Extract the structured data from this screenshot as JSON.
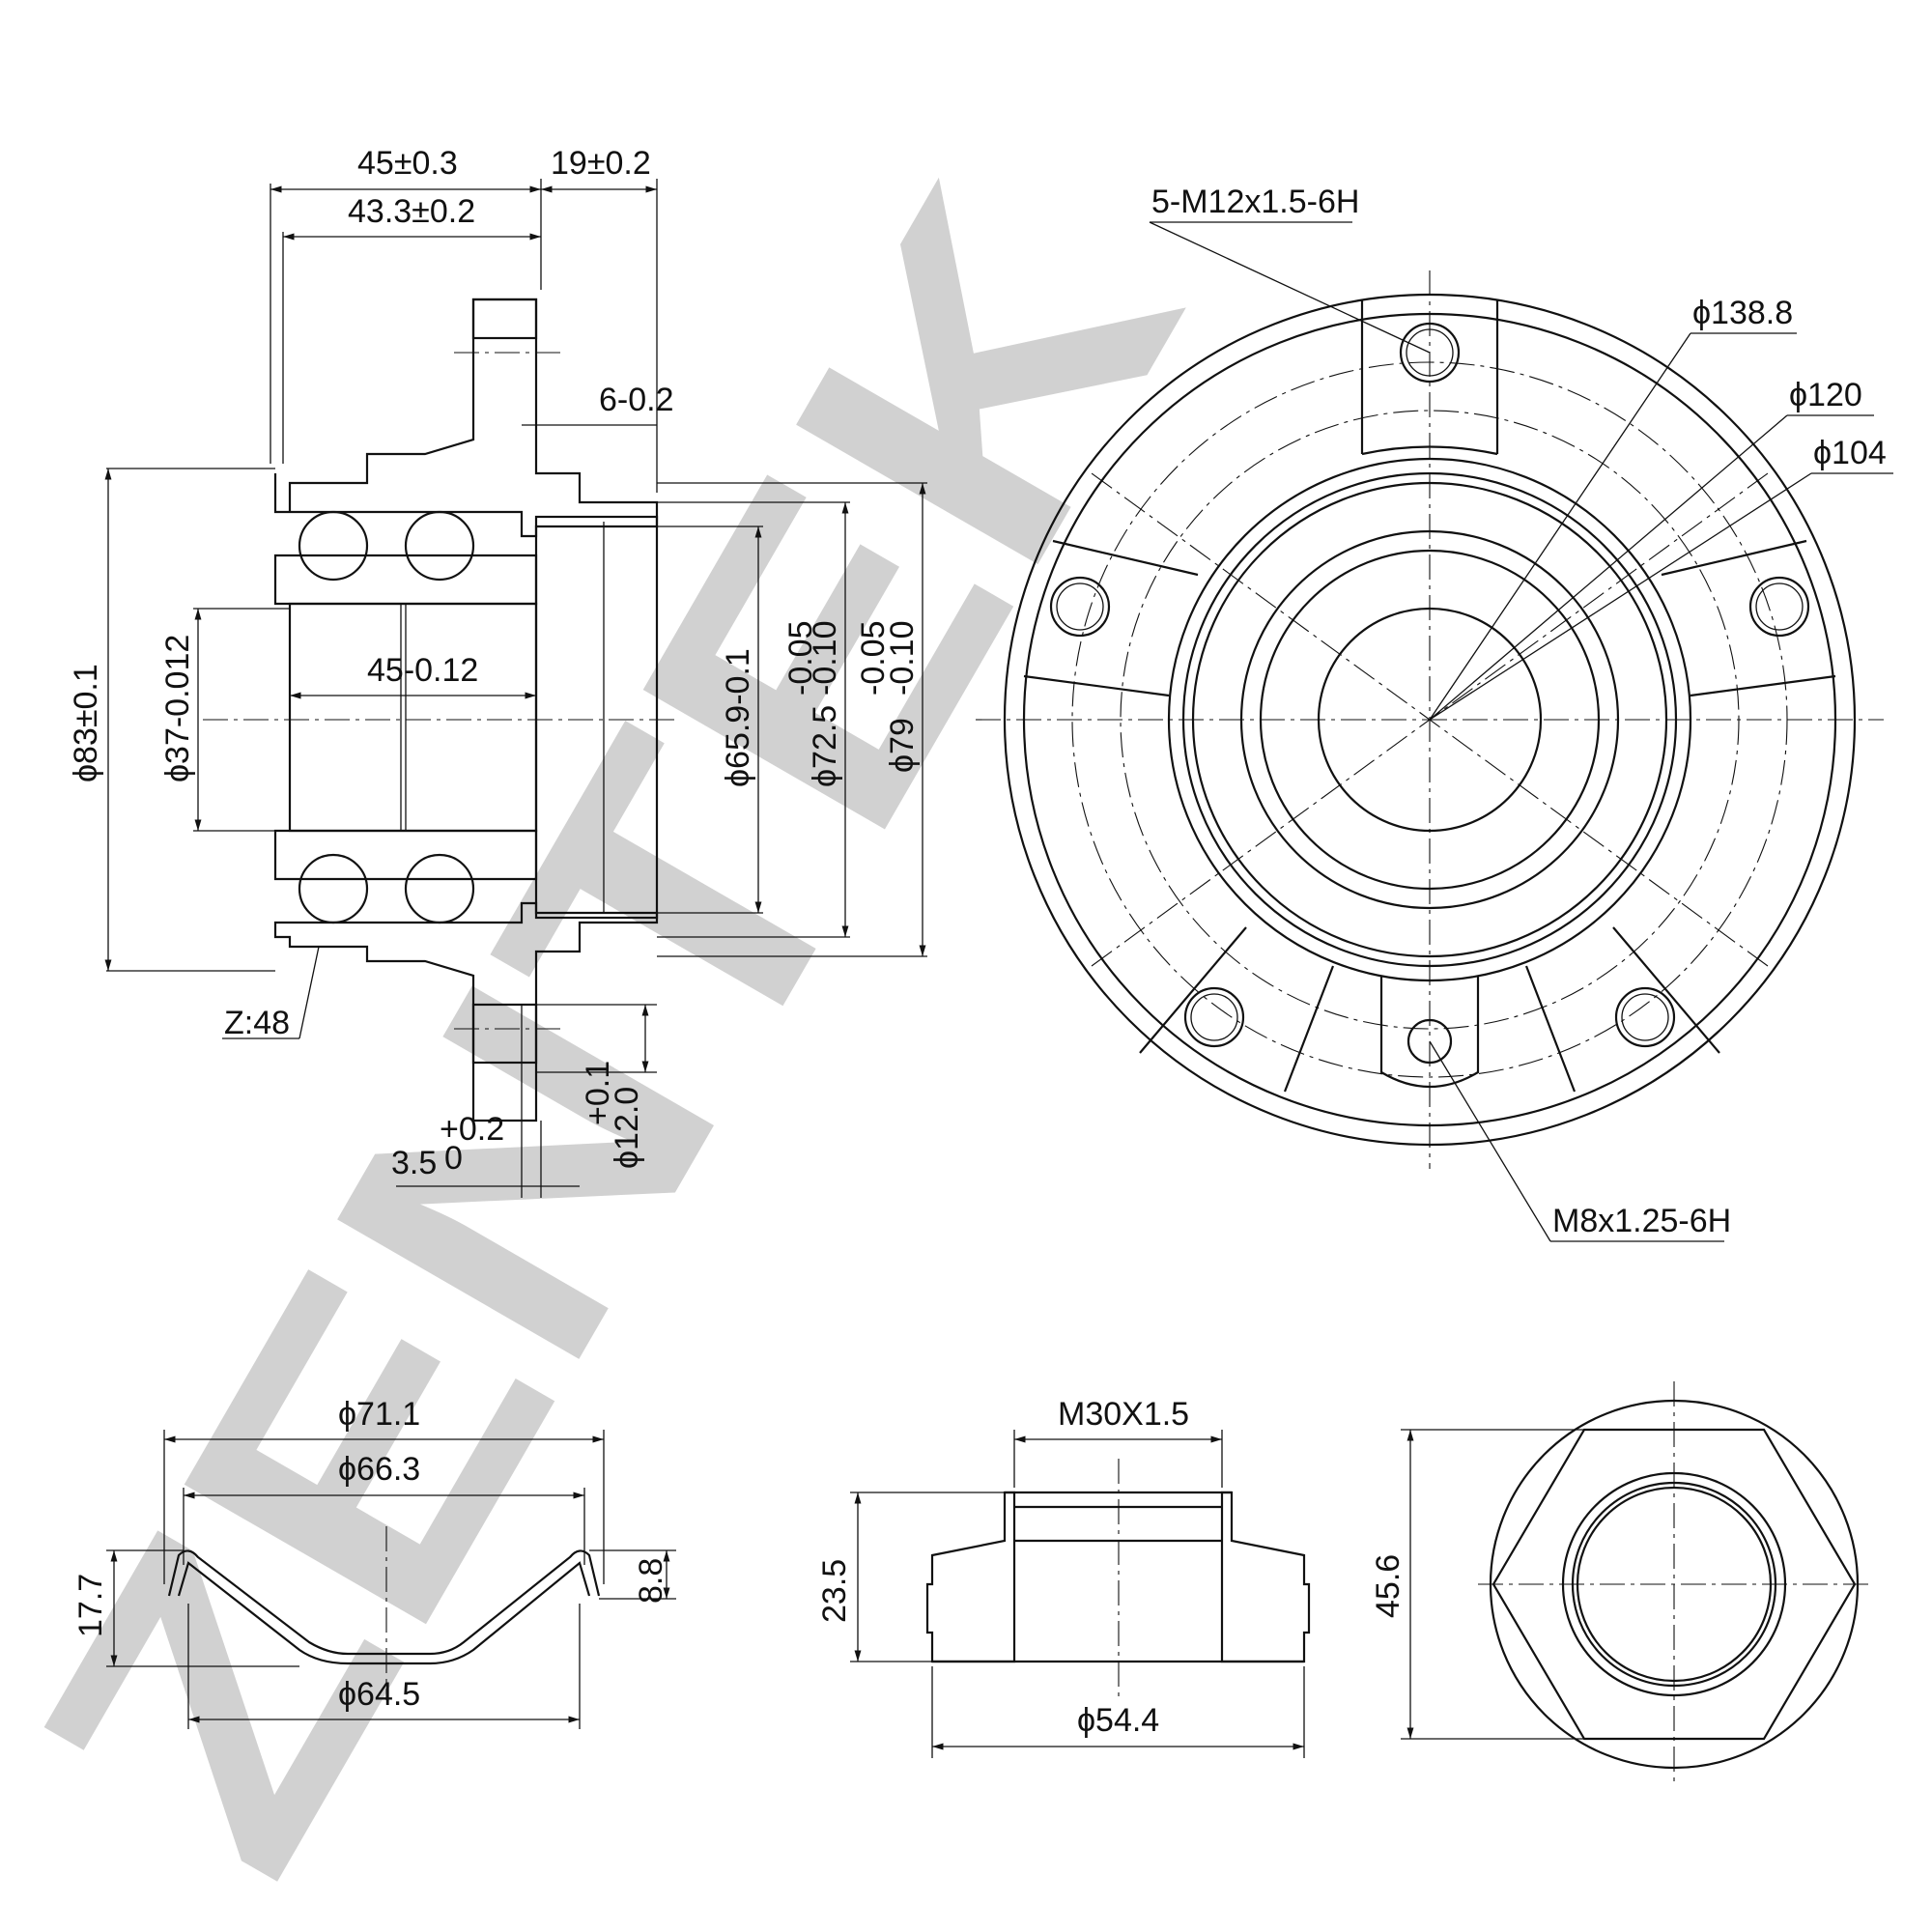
{
  "watermark": "ZENTEK",
  "side_view": {
    "dims": {
      "width_45": "45±0.3",
      "width_19": "19±0.2",
      "width_43": "43.3±0.2",
      "step_6": "6-0.2",
      "inner_45": "45-0.12",
      "dia_83": "ϕ83±0.1",
      "dia_37": "ϕ37-0.012",
      "dia_65": "ϕ65.9-0.1",
      "dia_72_base": "ϕ72.5",
      "dia_72_upper": "-0.05",
      "dia_72_lower": "-0.10",
      "dia_79_base": "ϕ79",
      "dia_79_upper": "-0.05",
      "dia_79_lower": "-0.10",
      "teeth": "Z:48",
      "dia_12_base": "ϕ12.0",
      "dia_12_tol": "+0.1",
      "depth_35_base": "3.5",
      "depth_35_upper": "+0.2",
      "depth_35_lower": "0"
    }
  },
  "front_view": {
    "dims": {
      "thread_holes": "5-M12x1.5-6H",
      "dia_138": "ϕ138.8",
      "dia_120": "ϕ120",
      "dia_104": "ϕ104",
      "screw_hole": "M8x1.25-6H"
    }
  },
  "cap": {
    "dims": {
      "dia_71": "ϕ71.1",
      "dia_66": "ϕ66.3",
      "dia_64": "ϕ64.5",
      "height_17": "17.7",
      "height_8": "8.8"
    }
  },
  "nut_section": {
    "dims": {
      "thread": "M30X1.5",
      "height": "23.5",
      "dia_54": "ϕ54.4"
    }
  },
  "nut_front": {
    "dims": {
      "across": "45.6"
    }
  }
}
